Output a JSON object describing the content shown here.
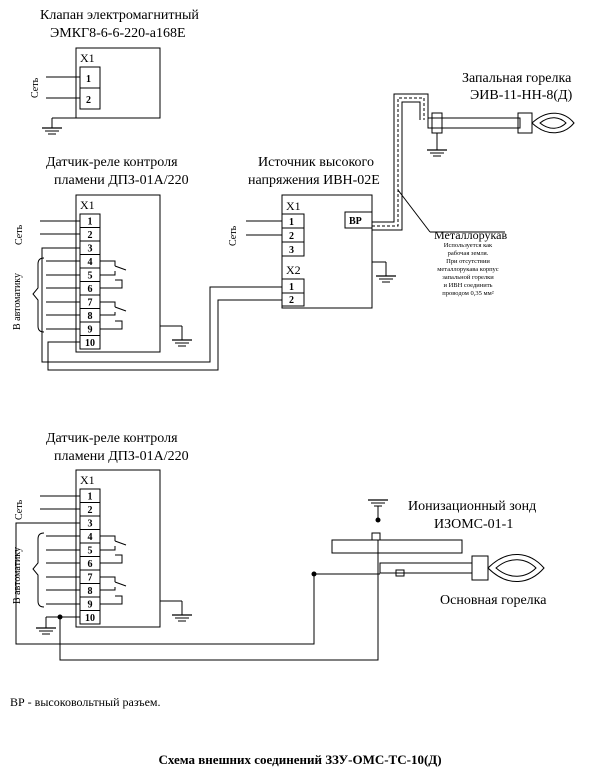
{
  "valve": {
    "title_line1": "Клапан электромагнитный",
    "title_line2": "ЭМКГ8-6-6-220-а168Е",
    "connector": "X1",
    "pins": [
      "1",
      "2"
    ],
    "network_label": "Сеть"
  },
  "sensor_top": {
    "title_line1": "Датчик-реле контроля",
    "title_line2": "пламени ДПЗ-01А/220",
    "connector": "X1",
    "pins": [
      "1",
      "2",
      "3",
      "4",
      "5",
      "6",
      "7",
      "8",
      "9",
      "10"
    ],
    "network_label": "Сеть",
    "auto_label": "В автоматику"
  },
  "hv_source": {
    "title_line1": "Источник высокого",
    "title_line2": "напряжения ИВН-02Е",
    "connector_x1": "X1",
    "connector_x2": "X2",
    "pins_x1": [
      "1",
      "2",
      "3"
    ],
    "pins_x2": [
      "1",
      "2"
    ],
    "network_label": "Сеть",
    "hv_plug": "ВР"
  },
  "pilot_burner": {
    "title_line1": "Запальная горелка",
    "title_line2": "ЭИВ-11-НН-8(Д)"
  },
  "metal_hose": {
    "title": "Металлорукав",
    "note_lines": [
      "Используется как",
      "рабочая земля.",
      "При отсутствии",
      "металлорукава корпус",
      "запальной горелки",
      "и ИВН соединить",
      "проводом 0,35 мм²"
    ]
  },
  "sensor_bottom": {
    "title_line1": "Датчик-реле контроля",
    "title_line2": "пламени ДПЗ-01А/220",
    "connector": "X1",
    "pins": [
      "1",
      "2",
      "3",
      "4",
      "5",
      "6",
      "7",
      "8",
      "9",
      "10"
    ],
    "network_label": "Сеть",
    "auto_label": "В автоматику"
  },
  "probe": {
    "title_line1": "Ионизационный зонд",
    "title_line2": "ИЗОМС-01-1"
  },
  "main_burner": {
    "title": "Основная горелка"
  },
  "footnote": "ВР - высоковольтный разъем.",
  "caption": "Схема внешних соединений ЗЗУ-ОМС-ТС-10(Д)"
}
